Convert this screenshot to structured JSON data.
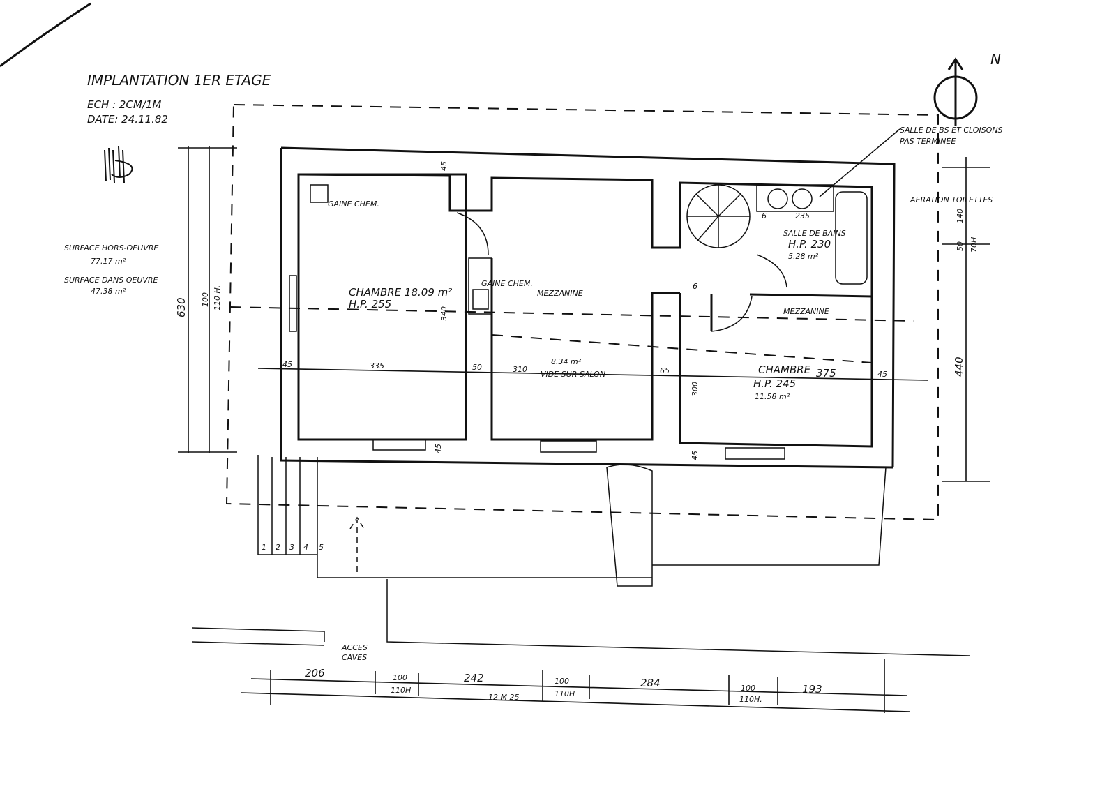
{
  "header": {
    "title": "IMPLANTATION 1ER ETAGE",
    "scale": "ECH : 2CM/1M",
    "date": "DATE: 24.11.82"
  },
  "surfaces": {
    "hors_oeuvre_label": "SURFACE HORS-OEUVRE",
    "hors_oeuvre_value": "77.17 m²",
    "dans_oeuvre_label": "SURFACE DANS OEUVRE",
    "dans_oeuvre_value": "47.38 m²"
  },
  "north_label": "N",
  "notes": {
    "salle_bains_line1": "SALLE DE BS ET CLOISONS",
    "salle_bains_line2": "PAS TERMINÉE",
    "aeration": "AERATION TOILETTES",
    "access": [
      "ACCES",
      "CAVES"
    ]
  },
  "rooms": {
    "chambre1_name": "CHAMBRE 18.09 m²",
    "chambre1_hp": "H.P. 255",
    "gaine1": "GAINE CHEM.",
    "gaine2": "GAINE CHEM.",
    "mezzanine1": "MEZZANINE",
    "mezzanine2": "MEZZANINE",
    "vide_area": "8.34 m²",
    "vide_name": "VIDE SUR SALON",
    "chambre2_name": "CHAMBRE",
    "chambre2_hp": "H.P. 245",
    "chambre2_area": "11.58 m²",
    "sdb_name": "SALLE DE BAINS",
    "sdb_hp": "H.P. 230",
    "sdb_area": "5.28 m²"
  },
  "dimensions": {
    "interior": [
      "45",
      "335",
      "50",
      "310",
      "65",
      "375",
      "45"
    ],
    "vertical_left": [
      "630",
      "100",
      "110 H.",
      "340"
    ],
    "vertical_right": [
      "140",
      "50",
      "70H",
      "440"
    ],
    "misc": [
      "45",
      "45",
      "45",
      "6",
      "6",
      "235",
      "300"
    ],
    "bottom": [
      "206",
      "100",
      "110H",
      "242",
      "100",
      "110H",
      "284",
      "100",
      "110H.",
      "193"
    ],
    "total": "12 M 25",
    "steps": [
      "1",
      "2",
      "3",
      "4",
      "5"
    ]
  }
}
